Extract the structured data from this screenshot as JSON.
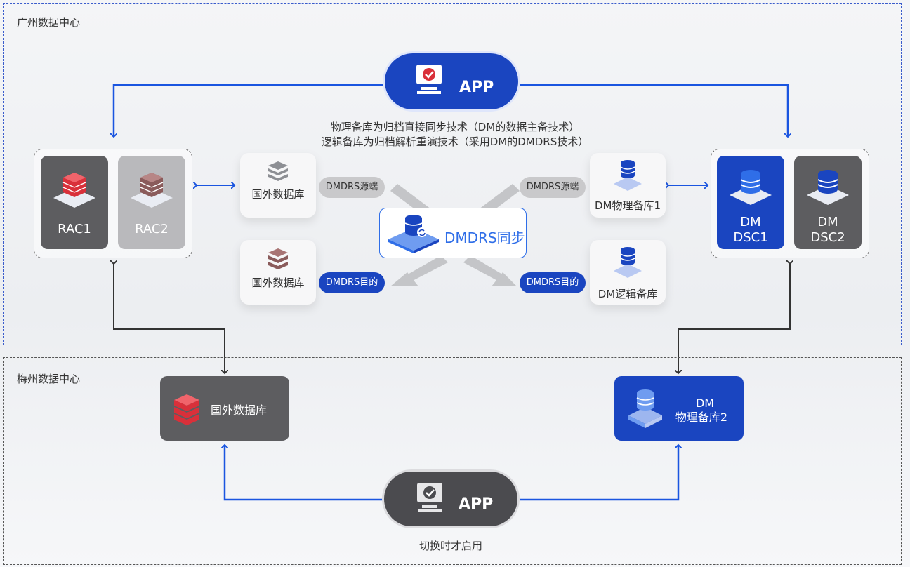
{
  "regions": {
    "guangzhou": "广州数据中心",
    "meizhou": "梅州数据中心"
  },
  "app_top": {
    "label": "APP"
  },
  "app_bottom": {
    "label": "APP",
    "caption": "切换时才启用"
  },
  "description": {
    "line1": "物理备库为归档直接同步技术（DM的数据主备技术）",
    "line2": "逻辑备库为归档解析重演技术（采用DM的DMDRS技术）"
  },
  "rac": {
    "node1": "RAC1",
    "node2": "RAC2"
  },
  "dsc": {
    "node1_line1": "DM",
    "node1_line2": "DSC1",
    "node2_line1": "DM",
    "node2_line2": "DSC2"
  },
  "source_db": "国外数据库",
  "target_db": "国外数据库",
  "dm_physical": "DM物理备库1",
  "dm_logical": "DM逻辑备库",
  "pills": {
    "src_left": "DMDRS源端",
    "src_right": "DMDRS源端",
    "dst_left": "DMDRS目的",
    "dst_right": "DMDRS目的"
  },
  "sync": {
    "label": "DMDRS同步"
  },
  "meizhou_foreign": "国外数据库",
  "meizhou_dm": {
    "line1": "DM",
    "line2": "物理备库2"
  },
  "colors": {
    "brand_blue": "#1a45c0",
    "dark_gray": "#5d5d60",
    "light_gray": "#b9b9bc",
    "red": "#d9303a",
    "arrow_gray": "#c4c5c8"
  }
}
